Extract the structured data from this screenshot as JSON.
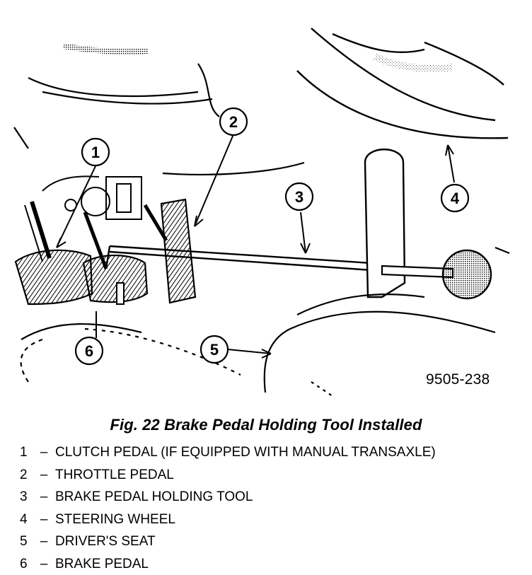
{
  "figure": {
    "id": "9505-238",
    "caption": "Fig. 22 Brake Pedal Holding Tool Installed"
  },
  "callouts": [
    "1",
    "2",
    "3",
    "4",
    "5",
    "6"
  ],
  "legend": [
    {
      "num": "1",
      "dash": "–",
      "label": "CLUTCH PEDAL (IF EQUIPPED WITH MANUAL TRANSAXLE)"
    },
    {
      "num": "2",
      "dash": "–",
      "label": "THROTTLE PEDAL"
    },
    {
      "num": "3",
      "dash": "–",
      "label": "BRAKE PEDAL HOLDING TOOL"
    },
    {
      "num": "4",
      "dash": "–",
      "label": "STEERING WHEEL"
    },
    {
      "num": "5",
      "dash": "–",
      "label": "DRIVER'S SEAT"
    },
    {
      "num": "6",
      "dash": "–",
      "label": "BRAKE PEDAL"
    }
  ]
}
